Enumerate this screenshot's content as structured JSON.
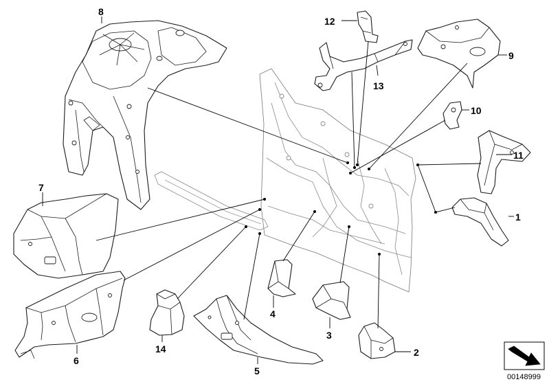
{
  "callouts": {
    "c1": "1",
    "c2": "2",
    "c3": "3",
    "c4": "4",
    "c5": "5",
    "c6": "6",
    "c7": "7",
    "c8": "8",
    "c9": "9",
    "c10": "10",
    "c11": "11",
    "c12": "12",
    "c13": "13",
    "c14": "14"
  },
  "document_number": "00148999",
  "icons": {
    "badge": "direction-arrow-icon"
  }
}
